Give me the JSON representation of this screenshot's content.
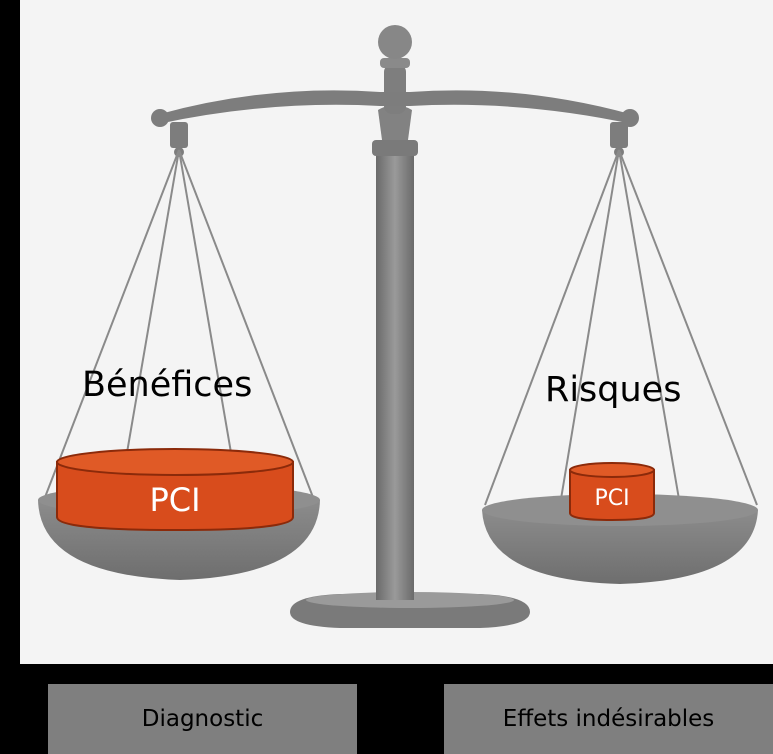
{
  "scale": {
    "left_pan_label": "Bénéfices",
    "right_pan_label": "Risques",
    "left_weight_label": "PCI",
    "right_weight_label": "PCI"
  },
  "footer": {
    "left_label": "Diagnostic",
    "right_label": "Effets indésirables"
  },
  "colors": {
    "weight_fill": "#d84c1c",
    "weight_stroke": "#8b2a0a",
    "scale_gray": "#7d7d7d",
    "footer_box": "#7f7f7f",
    "scene_background": "#f4f4f4",
    "page_background": "#000000"
  },
  "icons": [
    "balance-scale-icon"
  ]
}
